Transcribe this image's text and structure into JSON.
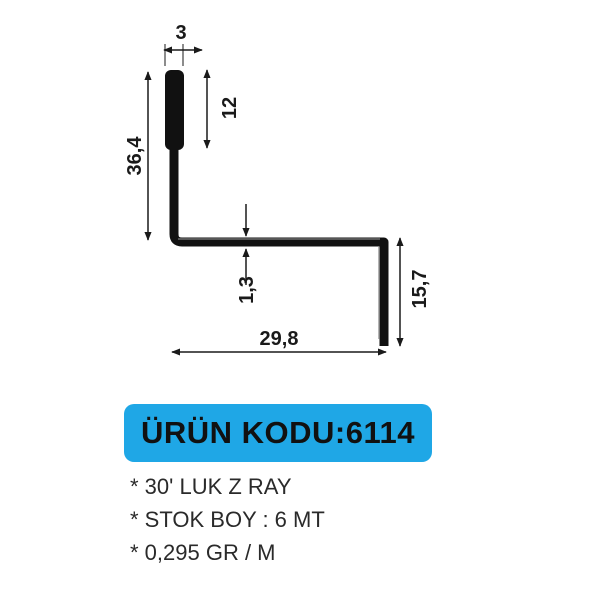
{
  "dimensions": {
    "width_top": "3",
    "height_total": "36,4",
    "height_slot": "12",
    "thickness": "1,3",
    "height_right": "15,7",
    "width_total": "29,8"
  },
  "product": {
    "code_label": "ÜRÜN KODU:6114",
    "badge_color": "#1fa7e6"
  },
  "specs": [
    "* 30' LUK Z RAY",
    "* STOK BOY : 6 MT",
    "* 0,295 GR / M"
  ]
}
